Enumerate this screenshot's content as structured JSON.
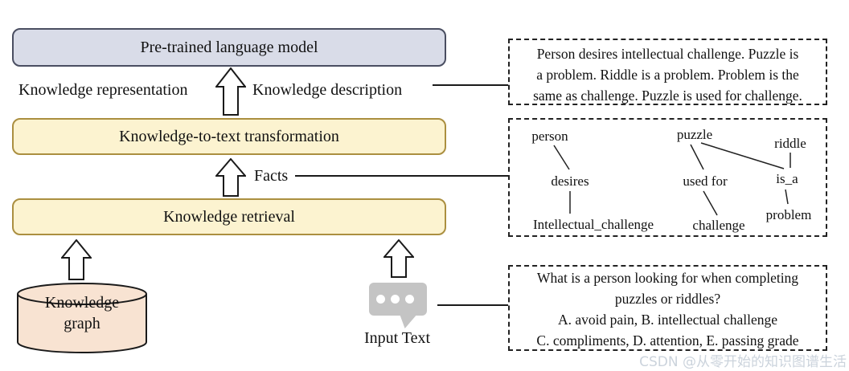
{
  "colors": {
    "plm_fill": "#d9dce8",
    "plm_border": "#4a4e61",
    "process_fill": "#fcf3d0",
    "process_border": "#ab8f40",
    "cylinder_fill": "#f8e3d2",
    "bubble_gray": "#c4c4c4",
    "outline": "#1a1a1a",
    "watermark_color": "#cbd3dc"
  },
  "pipeline": {
    "plm_label": "Pre-trained language model",
    "representation_label": "Knowledge representation",
    "description_label": "Knowledge description",
    "k2t_label": "Knowledge-to-text transformation",
    "facts_label": "Facts",
    "retrieval_label": "Knowledge retrieval",
    "kg_label_line1": "Knowledge",
    "kg_label_line2": "graph",
    "input_text_label": "Input Text"
  },
  "knowledge_description_box": {
    "lines": [
      "Person desires intellectual challenge. Puzzle is",
      "a problem. Riddle is a problem. Problem is the",
      "same as challenge. Puzzle is used for challenge."
    ]
  },
  "facts_graph_box": {
    "nodes": [
      {
        "id": "person",
        "label": "person"
      },
      {
        "id": "desires",
        "label": "desires"
      },
      {
        "id": "intellectual_challenge",
        "label": "Intellectual_challenge"
      },
      {
        "id": "puzzle",
        "label": "puzzle"
      },
      {
        "id": "used_for",
        "label": "used for"
      },
      {
        "id": "challenge",
        "label": "challenge"
      },
      {
        "id": "riddle",
        "label": "riddle"
      },
      {
        "id": "is_a",
        "label": "is_a"
      },
      {
        "id": "problem",
        "label": "problem"
      }
    ],
    "edges": [
      [
        "person",
        "desires"
      ],
      [
        "desires",
        "intellectual_challenge"
      ],
      [
        "puzzle",
        "used_for"
      ],
      [
        "used_for",
        "challenge"
      ],
      [
        "puzzle",
        "is_a"
      ],
      [
        "riddle",
        "is_a"
      ],
      [
        "is_a",
        "problem"
      ]
    ]
  },
  "question_box": {
    "lines": [
      "What is a person looking for when completing",
      "puzzles or riddles?",
      "A. avoid pain, B. intellectual challenge",
      "C. compliments, D. attention, E. passing grade"
    ]
  },
  "watermark": "CSDN @从零开始的知识图谱生活"
}
